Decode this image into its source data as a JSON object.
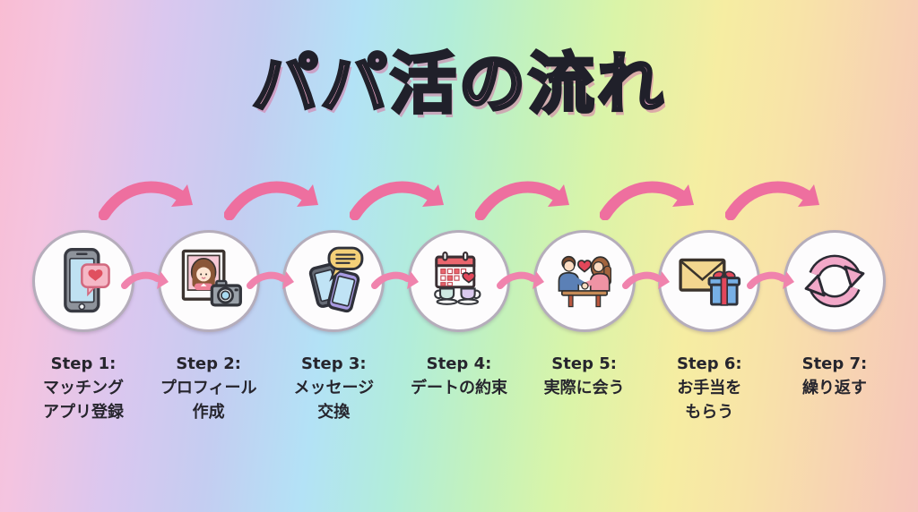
{
  "title": "パパ活の流れ",
  "colors": {
    "title_pink": "#f3a9c9",
    "title_outline": "#20202a",
    "top_arrow_pink": "#ee6f9f",
    "mini_arrow_pink": "#f083ad",
    "circle_fill": "#fdfcfd",
    "circle_border": "#b5adbb",
    "label_text": "#26252d",
    "heart_red": "#e2475a",
    "background_gradient": [
      "#f9bdd3",
      "#dac7ef",
      "#c4cdf1",
      "#b3e2f6",
      "#b2edda",
      "#c4f2bb",
      "#f6eda2",
      "#f8e3a8",
      "#f7d4b2",
      "#f6c5bc"
    ]
  },
  "steps": [
    {
      "label": "Step 1:",
      "line1": "マッチング",
      "line2": "アプリ登録",
      "icon": "smartphone-heart-icon"
    },
    {
      "label": "Step 2:",
      "line1": "プロフィール",
      "line2": "作成",
      "icon": "profile-photo-camera-icon"
    },
    {
      "label": "Step 3:",
      "line1": "メッセージ",
      "line2": "交換",
      "icon": "phones-message-icon"
    },
    {
      "label": "Step 4:",
      "line1": "デートの約束",
      "icon": "calendar-date-icon"
    },
    {
      "label": "Step 5:",
      "line1": "実際に会う",
      "icon": "couple-meeting-icon"
    },
    {
      "label": "Step 6:",
      "line1": "お手当を",
      "line2": "もらう",
      "icon": "envelope-gift-icon"
    },
    {
      "label": "Step 7:",
      "line1": "繰り返す",
      "icon": "repeat-icon"
    }
  ]
}
